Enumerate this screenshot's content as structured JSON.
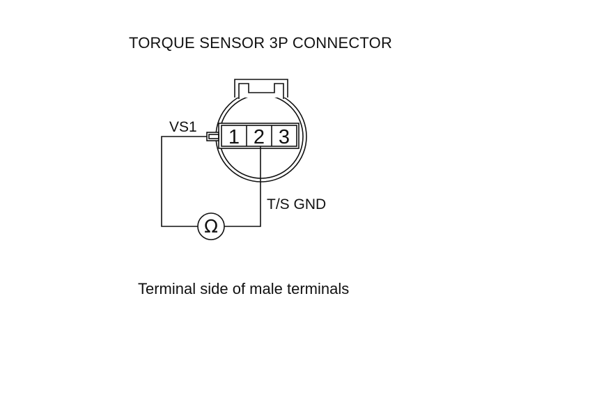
{
  "title": "TORQUE SENSOR 3P CONNECTOR",
  "wires": {
    "vs1_label": "VS1",
    "tsgnd_label": "T/S GND"
  },
  "connector": {
    "pins": [
      "1",
      "2",
      "3"
    ]
  },
  "meter": {
    "symbol": "Ω",
    "icon": "ohmmeter-icon"
  },
  "caption": "Terminal side of male terminals"
}
